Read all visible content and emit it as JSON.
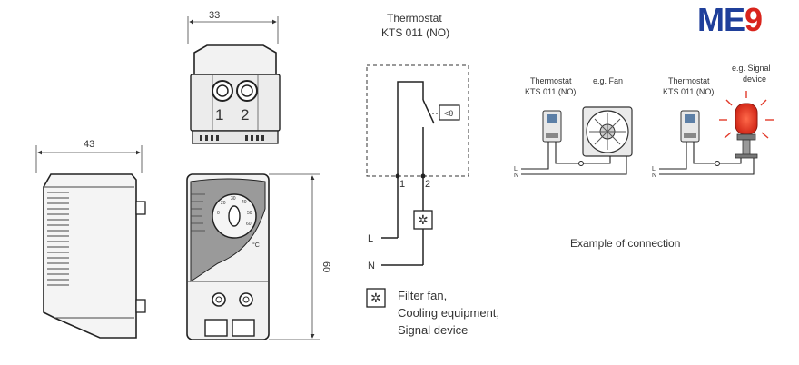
{
  "logo": {
    "part1": "ME",
    "part2": "9",
    "colors": {
      "me": "#1f3f9a",
      "nine": "#d9241c"
    }
  },
  "dimensions": {
    "width_top": "33",
    "width_side": "43",
    "height_front": "60"
  },
  "terminals": {
    "t1": "1",
    "t2": "2"
  },
  "front": {
    "dial_values": [
      "0",
      "20",
      "30",
      "40",
      "50",
      "60"
    ],
    "unit": "°C"
  },
  "schematic": {
    "title_line1": "Thermostat",
    "title_line2": "KTS 011 (NO)",
    "terminal1": "1",
    "terminal2": "2",
    "L": "L",
    "N": "N",
    "legend": [
      "Filter fan,",
      "Cooling equipment,",
      "Signal device"
    ]
  },
  "example_fan": {
    "label_line1": "Thermostat",
    "label_line2": "KTS 011 (NO)",
    "device": "e.g. Fan",
    "L": "L",
    "N": "N"
  },
  "example_signal": {
    "label_line1": "Thermostat",
    "label_line2": "KTS 011 (NO)",
    "device_line1": "e.g. Signal",
    "device_line2": "device",
    "L": "L",
    "N": "N"
  },
  "caption": "Example of connection"
}
